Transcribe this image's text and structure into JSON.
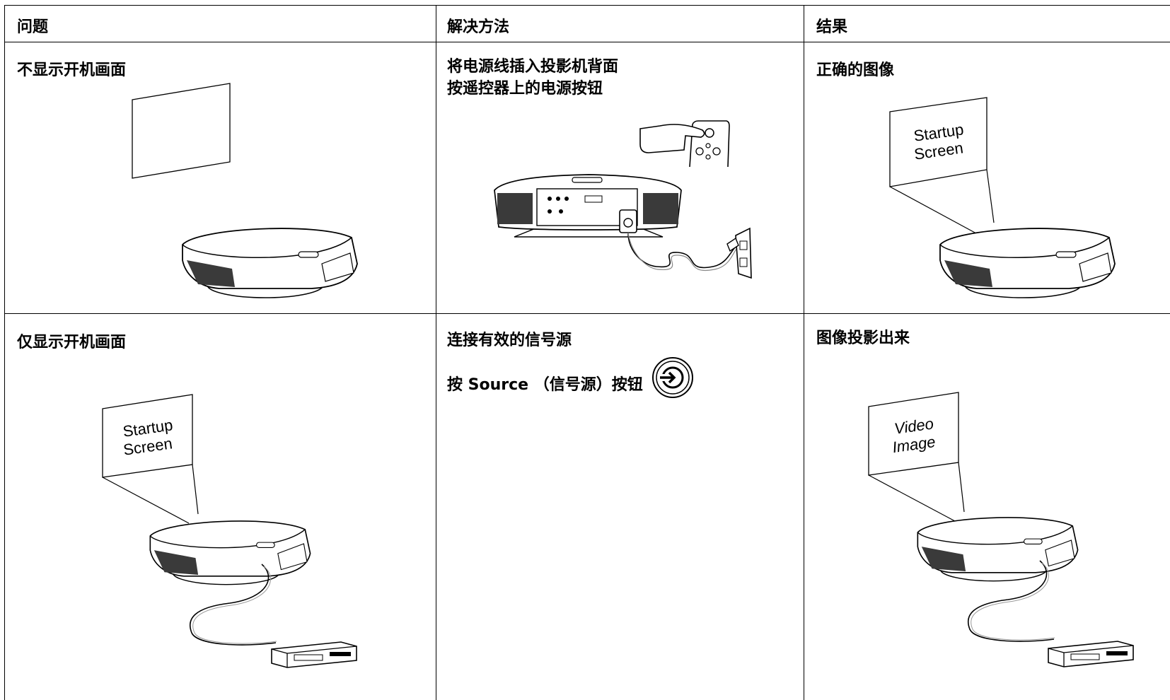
{
  "headers": {
    "problem": "问题",
    "solution": "解决方法",
    "result": "结果"
  },
  "rows": [
    {
      "problem": "不显示开机画面",
      "solution_lines": [
        "将电源线插入投影机背面",
        "按遥控器上的电源按钮"
      ],
      "result": "正确的图像",
      "result_screen_lines": [
        "Startup",
        "Screen"
      ]
    },
    {
      "problem": "仅显示开机画面",
      "problem_screen_lines": [
        "Startup",
        "Screen"
      ],
      "solution_lines": [
        "连接有效的信号源",
        "按 Source （信号源）按钮"
      ],
      "result": "图像投影出来",
      "result_screen_lines": [
        "Video",
        "Image"
      ]
    }
  ],
  "icons": {
    "projector": "projector-icon",
    "blank_screen": "blank-screen-icon",
    "projected_screen": "projected-screen-icon",
    "remote_hand": "hand-pressing-remote-icon",
    "power_cord": "power-cord-outlet-icon",
    "video_source": "vcr-video-source-icon",
    "source_button": "source-button-icon"
  }
}
